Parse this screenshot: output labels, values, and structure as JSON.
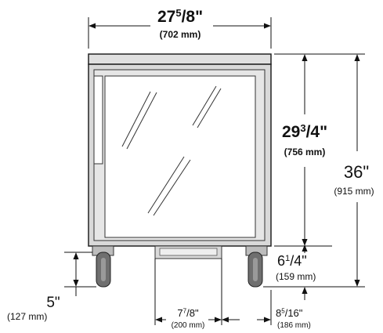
{
  "dimensions": {
    "overall_width": {
      "whole": "27",
      "frac": "5",
      "rest": "/8\"",
      "metric": "(702 mm)"
    },
    "cabinet_height": {
      "whole": "29",
      "frac": "3",
      "rest": "/4\"",
      "metric": "(756 mm)"
    },
    "overall_height": {
      "imperial": "36\"",
      "metric": "(915 mm)"
    },
    "caster_offset": {
      "whole": "6",
      "frac": "1",
      "rest": "/4\"",
      "metric": "(159 mm)"
    },
    "caster_height": {
      "imperial": "5\"",
      "metric": "(127 mm)"
    },
    "center_width": {
      "whole": "7",
      "frac": "7",
      "rest": "/8\"",
      "metric": "(200 mm)"
    },
    "side_offset": {
      "whole": "8",
      "frac": "5",
      "rest": "/16\"",
      "metric": "(186 mm)"
    }
  }
}
